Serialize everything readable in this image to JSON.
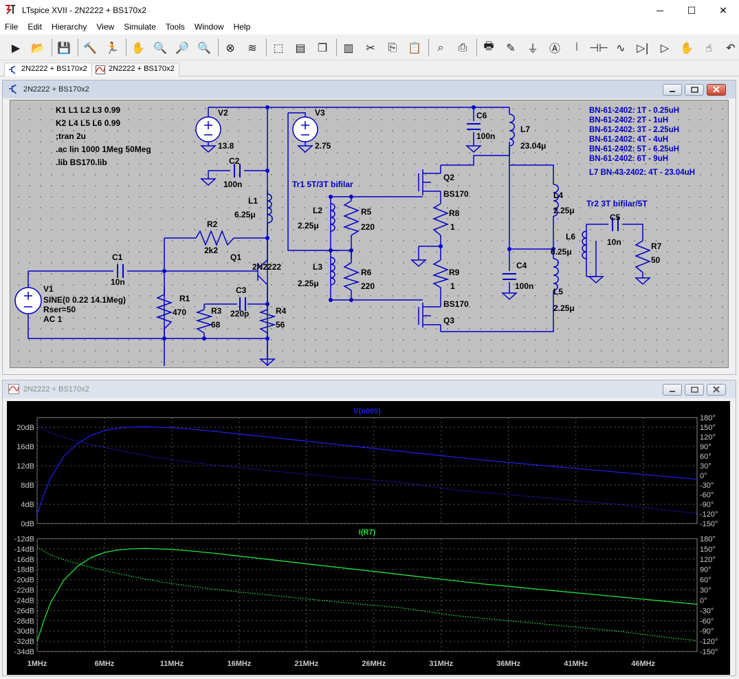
{
  "app": {
    "title": "LTspice XVII - 2N2222 + BS170x2",
    "window_controls": {
      "minimize": "─",
      "maximize": "☐",
      "close": "✕"
    }
  },
  "menu": [
    "File",
    "Edit",
    "Hierarchy",
    "View",
    "Simulate",
    "Tools",
    "Window",
    "Help"
  ],
  "toolbar_icons": [
    "run-icon",
    "open-icon",
    "save-icon",
    "control-panel-icon",
    "run-man-icon",
    "pan-hand-icon",
    "zoom-in-icon",
    "zoom-area-icon",
    "zoom-out-icon",
    "zoom-cancel-icon",
    "waveform-icon",
    "3d-box-icon",
    "tile-horizontal-icon",
    "cascade-icon",
    "tile-vertical-icon",
    "cut-icon",
    "copy-icon",
    "paste-icon",
    "find-icon",
    "print-icon",
    "print-setup-icon",
    "pencil-icon",
    "ground-icon",
    "label-icon",
    "resistor-icon",
    "capacitor-icon",
    "inductor-icon",
    "diode-icon",
    "component-icon",
    "move-hand-icon",
    "drag-hand-icon",
    "undo-icon"
  ],
  "tabs": [
    {
      "label": "2N2222 + BS170x2",
      "active": true,
      "icon": "schematic-icon"
    },
    {
      "label": "2N2222 + BS170x2",
      "active": false,
      "icon": "waveform-icon"
    }
  ],
  "schematic": {
    "title": "2N2222 + BS170x2",
    "directives": [
      "K1 L1 L2 L3 0.99",
      "K2 L4 L5 L6 0.99",
      ";tran 2u",
      ".ac lin 1000 1Meg 50Meg",
      ".lib BS170.lib"
    ],
    "notes": [
      "BN-61-2402: 1T - 0.25uH",
      "BN-61-2402: 2T - 1uH",
      "BN-61-2402: 3T - 2.25uH",
      "BN-61-2402: 4T - 4uH",
      "BN-61-2402: 5T - 6.25uH",
      "BN-61-2402: 6T - 9uH",
      "L7 BN-43-2402: 4T - 23.04uH"
    ],
    "tr1_label": "Tr1 5T/3T bifilar",
    "tr2_label": "Tr2 3T bifilar/5T",
    "v1": {
      "name": "V1",
      "l1": "SINE(0 0.22 14.1Meg)",
      "l2": "Rser=50",
      "l3": "AC 1"
    },
    "v2": {
      "name": "V2",
      "value": "13.8"
    },
    "v3": {
      "name": "V3",
      "value": "2.75"
    },
    "c1": {
      "name": "C1",
      "value": "10n"
    },
    "c2": {
      "name": "C2",
      "value": "100n"
    },
    "c3": {
      "name": "C3",
      "value": "220p"
    },
    "c4": {
      "name": "C4",
      "value": "100n"
    },
    "c5": {
      "name": "C5",
      "value": "10n"
    },
    "c6": {
      "name": "C6",
      "value": "100n"
    },
    "r1": {
      "name": "R1",
      "value": "470"
    },
    "r2": {
      "name": "R2",
      "value": "2k2"
    },
    "r3": {
      "name": "R3",
      "value": "68"
    },
    "r4": {
      "name": "R4",
      "value": "56"
    },
    "r5": {
      "name": "R5",
      "value": "220"
    },
    "r6": {
      "name": "R6",
      "value": "220"
    },
    "r7": {
      "name": "R7",
      "value": "50"
    },
    "r8": {
      "name": "R8",
      "value": "1"
    },
    "r9": {
      "name": "R9",
      "value": "1"
    },
    "l1": {
      "name": "L1",
      "value": "6.25μ"
    },
    "l2": {
      "name": "L2",
      "value": "2.25μ"
    },
    "l3": {
      "name": "L3",
      "value": "2.25μ"
    },
    "l4": {
      "name": "L4",
      "value": "2.25μ"
    },
    "l5": {
      "name": "L5",
      "value": "2.25μ"
    },
    "l6": {
      "name": "L6",
      "value": "6.25μ"
    },
    "l7": {
      "name": "L7",
      "value": "23.04μ"
    },
    "q1": {
      "name": "Q1",
      "model": "2N2222"
    },
    "q2": {
      "name": "Q2",
      "model": "BS170"
    },
    "q3": {
      "name": "Q3",
      "model": "BS170"
    }
  },
  "waveform": {
    "title": "2N2222 + BS170x2",
    "colors": {
      "v_trace": "#1e1ee6",
      "i_trace": "#22e03c",
      "grid": "#5a5a5a",
      "axis_text": "#c8c8c8",
      "bg": "#000000"
    }
  },
  "chart_data": [
    {
      "type": "line",
      "title": "V(n005)",
      "x_unit": "MHz",
      "xlim": [
        1,
        50
      ],
      "x_ticks": [
        "1MHz",
        "6MHz",
        "11MHz",
        "16MHz",
        "21MHz",
        "26MHz",
        "31MHz",
        "36MHz",
        "41MHz",
        "46MHz"
      ],
      "ylabel_left": "dB",
      "ylim_left": [
        0,
        22
      ],
      "y_ticks_left": [
        "20dB",
        "16dB",
        "12dB",
        "8dB",
        "4dB",
        "0dB"
      ],
      "ylim_right": [
        -150,
        180
      ],
      "y_ticks_right": [
        "180°",
        "150°",
        "120°",
        "90°",
        "60°",
        "30°",
        "0°",
        "-30°",
        "-60°",
        "-90°",
        "-120°",
        "-150°"
      ],
      "grid": true,
      "series": [
        {
          "name": "V(n005)",
          "kind": "magnitude",
          "style": "solid",
          "x": [
            1,
            1.5,
            2,
            3,
            4,
            5,
            6,
            7,
            8,
            9,
            10,
            11,
            12,
            14,
            16,
            18,
            20,
            22,
            24,
            26,
            28,
            30,
            32,
            34,
            36,
            38,
            40,
            42,
            44,
            46,
            48,
            50
          ],
          "y": [
            2.0,
            6.0,
            9.5,
            14.0,
            16.6,
            18.3,
            19.3,
            19.8,
            20.0,
            20.1,
            20.0,
            19.9,
            19.7,
            19.2,
            18.6,
            18.0,
            17.4,
            16.8,
            16.2,
            15.6,
            15.0,
            14.4,
            13.8,
            13.2,
            12.7,
            12.2,
            11.7,
            11.2,
            10.7,
            10.2,
            9.7,
            9.2
          ]
        },
        {
          "name": "V(n005)",
          "kind": "phase",
          "style": "dotted",
          "x": [
            1,
            2,
            3,
            4,
            5,
            6,
            8,
            10,
            12,
            14,
            16,
            20,
            24,
            28,
            32,
            36,
            40,
            44,
            48,
            50
          ],
          "y": [
            155,
            132,
            118,
            107,
            96,
            87,
            70,
            55,
            43,
            33,
            24,
            8,
            -8,
            -22,
            -45,
            -60,
            -75,
            -90,
            -110,
            -118
          ]
        }
      ]
    },
    {
      "type": "line",
      "title": "I(R7)",
      "x_unit": "MHz",
      "xlim": [
        1,
        50
      ],
      "x_ticks": [
        "1MHz",
        "6MHz",
        "11MHz",
        "16MHz",
        "21MHz",
        "26MHz",
        "31MHz",
        "36MHz",
        "41MHz",
        "46MHz"
      ],
      "ylabel_left": "dB",
      "ylim_left": [
        -34,
        -12
      ],
      "y_ticks_left": [
        "-12dB",
        "-14dB",
        "-16dB",
        "-18dB",
        "-20dB",
        "-22dB",
        "-24dB",
        "-26dB",
        "-28dB",
        "-30dB",
        "-32dB",
        "-34dB"
      ],
      "ylim_right": [
        -150,
        180
      ],
      "y_ticks_right": [
        "180°",
        "150°",
        "120°",
        "90°",
        "60°",
        "30°",
        "0°",
        "-30°",
        "-60°",
        "-90°",
        "-120°",
        "-150°"
      ],
      "grid": true,
      "series": [
        {
          "name": "I(R7)",
          "kind": "magnitude",
          "style": "solid",
          "x": [
            1,
            1.5,
            2,
            3,
            4,
            5,
            6,
            7,
            8,
            9,
            10,
            11,
            12,
            14,
            16,
            18,
            20,
            22,
            24,
            26,
            28,
            30,
            32,
            34,
            36,
            38,
            40,
            42,
            44,
            46,
            48,
            50
          ],
          "y": [
            -32.0,
            -28.0,
            -24.5,
            -20.0,
            -17.4,
            -15.7,
            -14.7,
            -14.2,
            -14.0,
            -13.9,
            -14.0,
            -14.1,
            -14.3,
            -14.8,
            -15.4,
            -16.0,
            -16.6,
            -17.2,
            -17.8,
            -18.4,
            -19.0,
            -19.6,
            -20.2,
            -20.8,
            -21.3,
            -21.8,
            -22.3,
            -22.8,
            -23.3,
            -23.8,
            -24.3,
            -24.8
          ]
        },
        {
          "name": "I(R7)",
          "kind": "phase",
          "style": "dotted",
          "x": [
            1,
            2,
            3,
            4,
            5,
            6,
            8,
            10,
            12,
            14,
            16,
            20,
            24,
            28,
            32,
            36,
            40,
            44,
            48,
            50
          ],
          "y": [
            155,
            132,
            118,
            107,
            96,
            87,
            70,
            55,
            43,
            33,
            24,
            8,
            -8,
            -22,
            -45,
            -60,
            -75,
            -90,
            -110,
            -118
          ]
        }
      ]
    }
  ]
}
